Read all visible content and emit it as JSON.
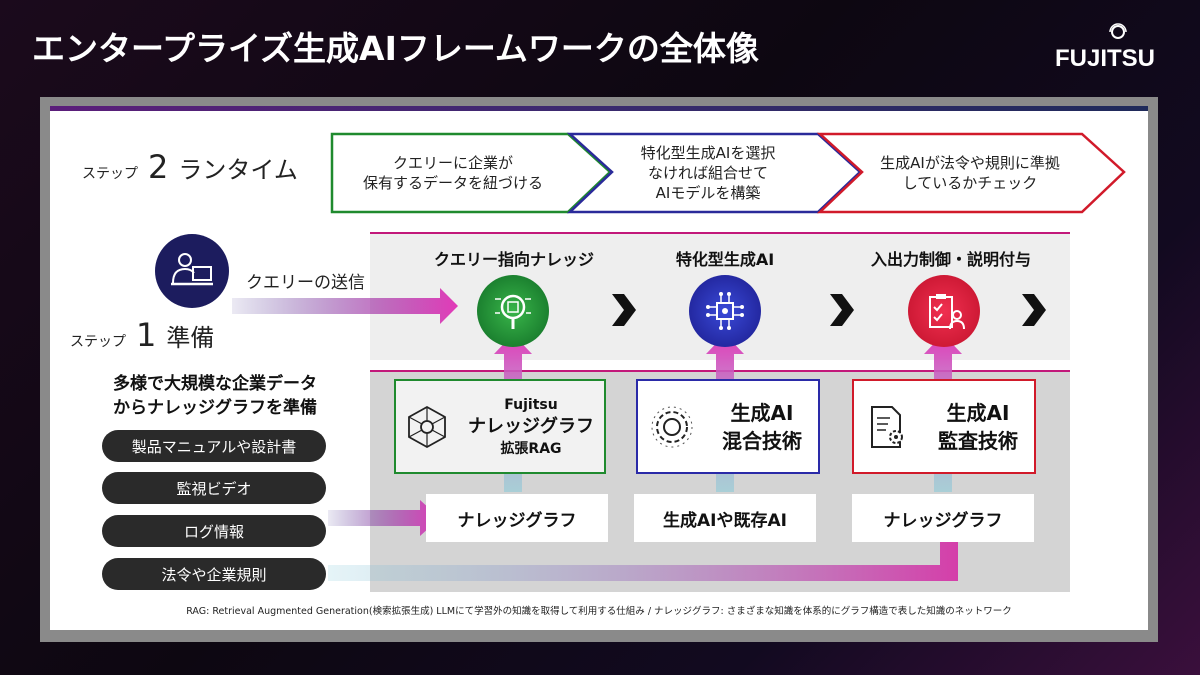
{
  "header": {
    "title": "エンタープライズ生成AIフレームワークの全体像",
    "logo": "FUJITSU"
  },
  "step2": {
    "prefix": "ステップ",
    "number": "2",
    "label": "ランタイム"
  },
  "step1": {
    "prefix": "ステップ",
    "number": "1",
    "label": "準備"
  },
  "runtime_arrows": [
    {
      "text": "クエリーに企業が\n保有するデータを紐づける",
      "color": "#1f8a2e"
    },
    {
      "text": "特化型生成AIを選択\nなければ組合せて\nAIモデルを構築",
      "color": "#2a2a9a"
    },
    {
      "text": "生成AIが法令や規則に準拠\nしているかチェック",
      "color": "#d11a2a"
    }
  ],
  "user": {
    "icon": "user-laptop-icon",
    "query_label": "クエリーの送信"
  },
  "columns": [
    {
      "heading": "クエリー指向ナレッジ",
      "icon": "knowledge-search-icon",
      "color": "#1f8a2e"
    },
    {
      "heading": "特化型生成AI",
      "icon": "ai-chip-icon",
      "color": "#2a2aa8"
    },
    {
      "heading": "入出力制御・説明付与",
      "icon": "audit-checklist-icon",
      "color": "#d8102a"
    }
  ],
  "techs": [
    {
      "line1": "Fujitsu",
      "line2": "ナレッジグラフ",
      "line3": "拡張RAG",
      "icon": "graph-network-icon",
      "border": "#1f8a2e"
    },
    {
      "line1": "生成AI",
      "line2": "混合技術",
      "icon": "gear-icon",
      "border": "#2a2aa8"
    },
    {
      "line1": "生成AI",
      "line2": "監査技術",
      "icon": "document-gear-icon",
      "border": "#d11a2a"
    }
  ],
  "inputs": [
    "ナレッジグラフ",
    "生成AIや既存AI",
    "ナレッジグラフ"
  ],
  "prep": {
    "heading": "多様で大規模な企業データ\nからナレッジグラフを準備",
    "items": [
      "製品マニュアルや設計書",
      "監視ビデオ",
      "ログ情報",
      "法令や企業規則"
    ]
  },
  "footnote": "RAG: Retrieval Augmented Generation(検索拡張生成) LLMにて学習外の知識を取得して利用する仕組み / ナレッジグラフ: さまざまな知識を体系的にグラフ構造で表した知識のネットワーク"
}
